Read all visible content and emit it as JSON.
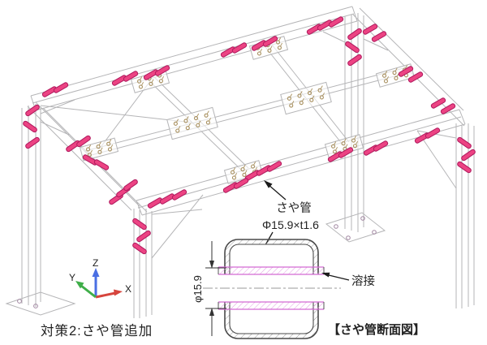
{
  "header": {
    "title": "対策2:さや管追加"
  },
  "annotations": {
    "sheath_label_line1": "さや管",
    "sheath_label_line2": "Φ15.9×t1.6",
    "weld_label": "溶接",
    "section_caption": "【さや管断面図】",
    "dim_label": "φ15.9"
  },
  "axes": {
    "x_label": "X",
    "y_label": "Y",
    "z_label": "Z",
    "x_color": "#d6453d",
    "y_color": "#3fae49",
    "z_color": "#4a6fe3",
    "label_color": "#8f8f8f"
  },
  "colors": {
    "frame_line": "#b5b5b7",
    "pipe_fill": "#ec4383",
    "pipe_stroke": "#b01a5e",
    "bolt": "#a8905f",
    "plate_hole": "#a287a2",
    "section_line": "#4a4a4a",
    "pipe_section": "#d46ad4",
    "hatch_pink": "#e39ae3",
    "annotation": "#1a1a1a"
  },
  "pipes": [
    [
      40,
      136,
      -35
    ],
    [
      37,
      156,
      35
    ],
    [
      40,
      176,
      -35
    ],
    [
      61,
      113,
      -30
    ],
    [
      75,
      108,
      -30
    ],
    [
      147,
      99,
      -30
    ],
    [
      161,
      94,
      -30
    ],
    [
      186,
      92,
      -30
    ],
    [
      200,
      87,
      -30
    ],
    [
      281,
      64,
      -30
    ],
    [
      295,
      59,
      -30
    ],
    [
      319,
      56,
      -30
    ],
    [
      333,
      51,
      -30
    ],
    [
      387,
      36,
      -30
    ],
    [
      400,
      31,
      -30
    ],
    [
      414,
      27,
      -30
    ],
    [
      437,
      42,
      -35
    ],
    [
      434,
      58,
      35
    ],
    [
      437,
      74,
      -35
    ],
    [
      456,
      36,
      -30
    ],
    [
      467,
      45,
      -30
    ],
    [
      500,
      88,
      -30
    ],
    [
      512,
      95,
      -30
    ],
    [
      540,
      127,
      -30
    ],
    [
      552,
      134,
      -30
    ],
    [
      572,
      176,
      35
    ],
    [
      577,
      191,
      -35
    ],
    [
      572,
      206,
      35
    ],
    [
      520,
      170,
      -30
    ],
    [
      533,
      164,
      -30
    ],
    [
      457,
      185,
      -30
    ],
    [
      469,
      180,
      -30
    ],
    [
      413,
      193,
      -30
    ],
    [
      426,
      188,
      -30
    ],
    [
      311,
      216,
      -30
    ],
    [
      325,
      210,
      -30
    ],
    [
      338,
      205,
      -30
    ],
    [
      284,
      231,
      -30
    ],
    [
      297,
      226,
      -30
    ],
    [
      191,
      250,
      -30
    ],
    [
      206,
      245,
      -30
    ],
    [
      221,
      240,
      -30
    ],
    [
      172,
      276,
      35
    ],
    [
      177,
      291,
      -35
    ],
    [
      172,
      306,
      35
    ],
    [
      90,
      180,
      -35
    ],
    [
      103,
      174,
      -35
    ],
    [
      143,
      245,
      -35
    ],
    [
      152,
      236,
      -35
    ],
    [
      161,
      228,
      -35
    ],
    [
      111,
      197,
      30
    ],
    [
      125,
      203,
      30
    ]
  ],
  "gussets": [
    [
      185,
      100,
      -16,
      1
    ],
    [
      331,
      59,
      -16,
      1
    ],
    [
      237,
      152,
      -15,
      2
    ],
    [
      377,
      121,
      -15,
      2
    ],
    [
      122,
      184,
      -15,
      1
    ],
    [
      487,
      93,
      -16,
      1
    ],
    [
      300,
      212,
      -16,
      1
    ],
    [
      424,
      180,
      -16,
      1
    ]
  ]
}
